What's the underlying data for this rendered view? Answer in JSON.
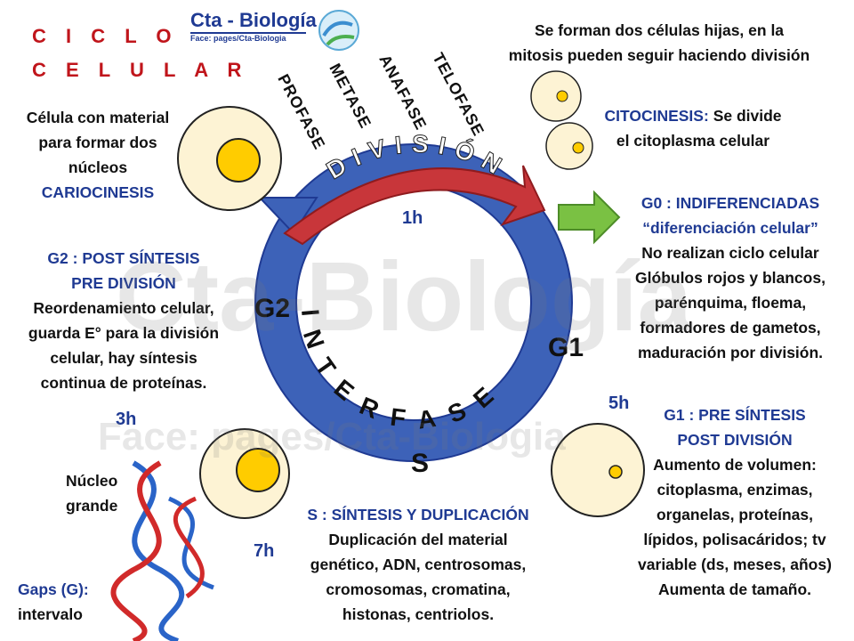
{
  "title": {
    "line1": "C I C L O",
    "line2": "C E L U L A R"
  },
  "logo": {
    "name": "Cta - Biología",
    "sub": "Face:  pages/Cta-Biologia"
  },
  "phases": [
    "PROFASE",
    "METASE",
    "ANAFASE",
    "TELOFASE"
  ],
  "cycle": {
    "division": "DIVISIÓN",
    "interfase": "INTERFASE",
    "g2": "G2",
    "g1": "G1",
    "s": "S",
    "h1": "1h",
    "h3": "3h",
    "h5": "5h",
    "h7": "7h"
  },
  "top_left": {
    "l1": "Célula con material",
    "l2": "para formar dos",
    "l3": "núcleos",
    "l4": "CARIOCINESIS"
  },
  "top_right": {
    "l1": "Se forman dos células hijas, en la",
    "l2": "mitosis pueden seguir haciendo división"
  },
  "citocinesis": {
    "label": "CITOCINESIS:",
    "l1": "Se divide",
    "l2": "el citoplasma celular"
  },
  "g0": {
    "title": "G0 : INDIFERENCIADAS",
    "sub": "“diferenciación celular”",
    "l1": "No realizan ciclo celular",
    "l2": "Glóbulos rojos y blancos,",
    "l3": "parénquima, floema,",
    "l4": "formadores de gametos,",
    "l5": "maduración por división."
  },
  "g2_block": {
    "t1": "G2 : POST SÍNTESIS",
    "t2": "PRE DIVISIÓN",
    "l1": "Reordenamiento celular,",
    "l2": "guarda E° para la división",
    "l3": "celular, hay síntesis",
    "l4": "continua de proteínas."
  },
  "g1_block": {
    "t1": "G1 : PRE SÍNTESIS",
    "t2": "POST DIVISIÓN",
    "l1": "Aumento de volumen:",
    "l2": "citoplasma, enzimas,",
    "l3": "organelas, proteínas,",
    "l4": "lípidos, polisacáridos; tv",
    "l5": "variable (ds, meses, años)",
    "l6": "Aumenta de tamaño."
  },
  "s_block": {
    "t1": "S : SÍNTESIS Y DUPLICACIÓN",
    "l1": "Duplicación del material",
    "l2": "genético, ADN, centrosomas,",
    "l3": "cromosomas, cromatina,",
    "l4": "histonas, centriolos."
  },
  "nucleo": {
    "l1": "Núcleo",
    "l2": "grande"
  },
  "gaps": {
    "l1": "Gaps (G):",
    "l2": "intervalo"
  },
  "watermark": {
    "w1": "Cta-Biología",
    "w2": "Face: pages/Cta-Biologia"
  },
  "colors": {
    "title_red": "#c0151b",
    "text_blue": "#1f3a93",
    "ring_blue": "#3d62b8",
    "arrow_red": "#c8363a",
    "arrow_green": "#7ac143",
    "nucleus_yellow": "#ffcc00",
    "cell_fill": "#fdf3d4"
  }
}
